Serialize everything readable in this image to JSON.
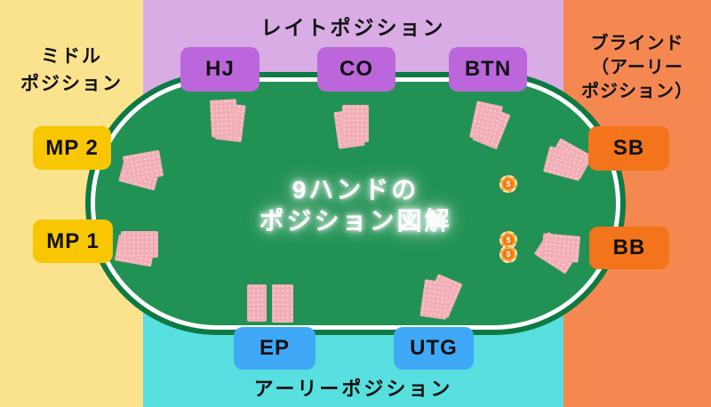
{
  "title": {
    "line1": "9ハンドの",
    "line2": "ポジション図解"
  },
  "regions": {
    "middle": {
      "lines": [
        "ミドル",
        "ポジション"
      ]
    },
    "late": {
      "label": "レイトポジション"
    },
    "blind": {
      "lines": [
        "ブラインド",
        "（アーリー",
        "ポジション）"
      ]
    },
    "early": {
      "label": "アーリーポジション"
    }
  },
  "seats": {
    "hj": {
      "label": "HJ",
      "group": "late"
    },
    "co": {
      "label": "CO",
      "group": "late"
    },
    "btn": {
      "label": "BTN",
      "group": "late"
    },
    "mp2": {
      "label": "MP 2",
      "group": "middle"
    },
    "mp1": {
      "label": "MP 1",
      "group": "middle"
    },
    "sb": {
      "label": "SB",
      "group": "blind"
    },
    "bb": {
      "label": "BB",
      "group": "blind"
    },
    "ep": {
      "label": "EP",
      "group": "early"
    },
    "utg": {
      "label": "UTG",
      "group": "early"
    }
  },
  "decorations": {
    "chip_symbol": "$",
    "card_hands": [
      "hj",
      "co",
      "btn",
      "mp2",
      "mp1",
      "sb",
      "bb",
      "ep",
      "utg"
    ],
    "chips": [
      {
        "near": "sb",
        "count": 1
      },
      {
        "near": "bb",
        "count": 2
      }
    ]
  },
  "colors": {
    "middle_band": "#FBE38E",
    "late_band": "#D9ACE6",
    "early_band": "#58DFDF",
    "blind_band": "#F58851",
    "seat_purple": "#BC66DB",
    "seat_gold": "#F8C602",
    "seat_orange": "#F3741A",
    "seat_blue": "#3FA9F8",
    "table_felt": "#219253",
    "table_rim": "#0D7A43",
    "card_pink": "#F2AEB6",
    "chip_ring": "#F9A640",
    "chip_core": "#F1770E",
    "title_text": "#FFFFFF"
  }
}
